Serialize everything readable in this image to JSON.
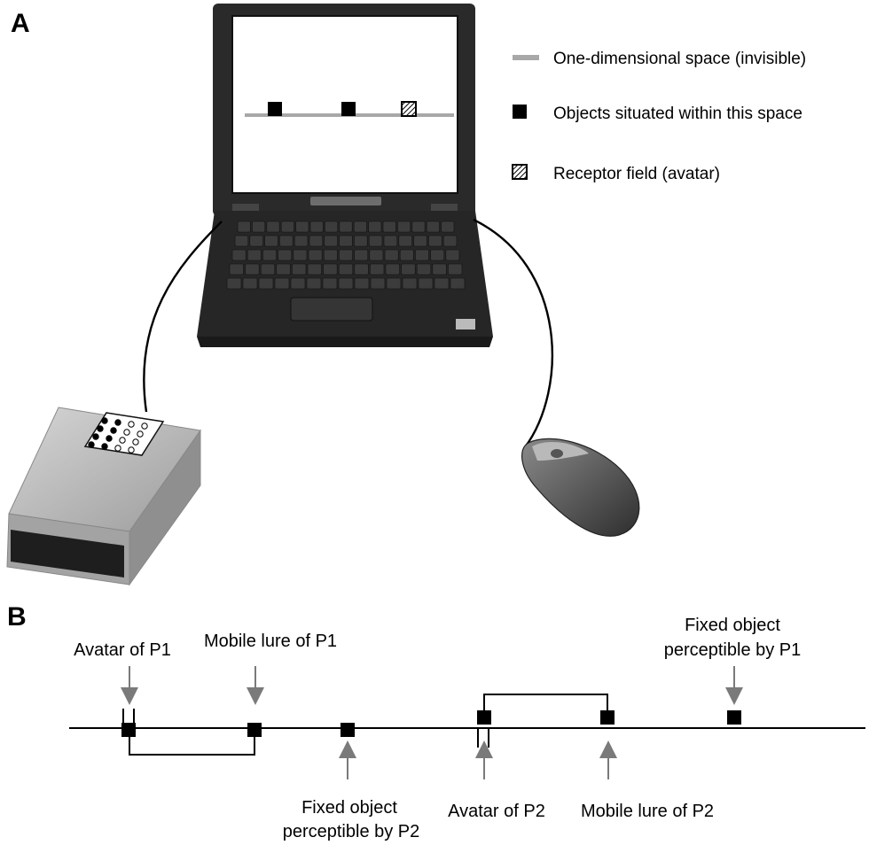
{
  "panel_a": {
    "letter": "A",
    "legend": [
      {
        "label": "One-dimensional space (invisible)",
        "symbol": "line-symbol"
      },
      {
        "label": "Objects situated within this space",
        "symbol": "square-symbol"
      },
      {
        "label": "Receptor field (avatar)",
        "symbol": "hatched-square-symbol"
      }
    ]
  },
  "panel_b": {
    "letter": "B",
    "labels": {
      "avatar_p1": "Avatar of P1",
      "lure_p1": "Mobile lure of P1",
      "fixed_p1_line1": "Fixed object",
      "fixed_p1_line2": "perceptible by P1",
      "fixed_p2_line1": "Fixed object",
      "fixed_p2_line2": "perceptible by P2",
      "avatar_p2": "Avatar of P2",
      "lure_p2": "Mobile lure of P2"
    }
  },
  "colors": {
    "arrow": "#7a7a7a",
    "line": "#000000",
    "space_line": "#a8a8a8",
    "laptop": "#2b2b2b",
    "device": "#b9b9b9"
  }
}
